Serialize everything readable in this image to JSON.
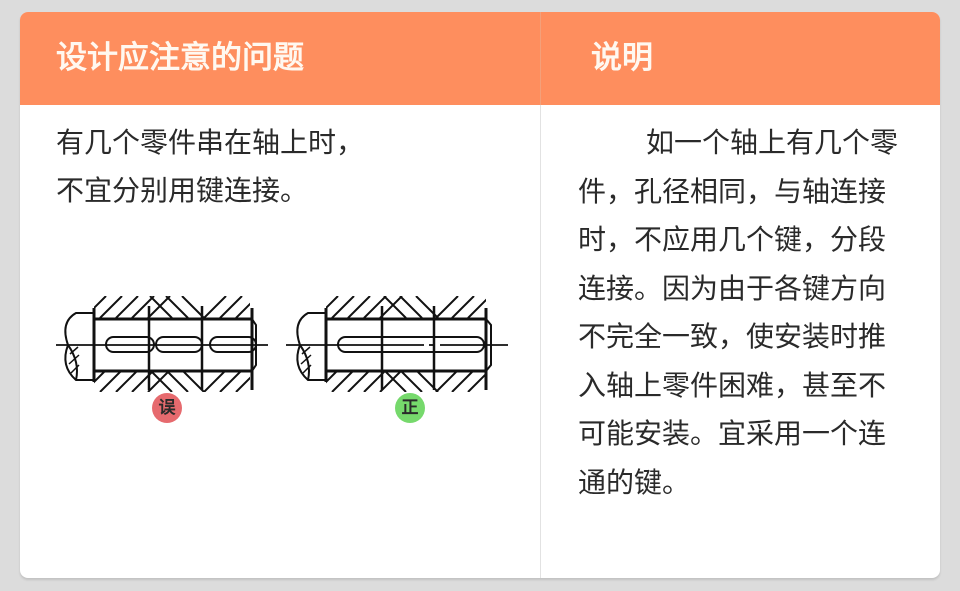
{
  "header": {
    "col1_title": "设计应注意的问题",
    "col2_title": "说明"
  },
  "problem": {
    "lines": [
      "有几个零件串在轴上时，",
      "不宜分别用键连接。"
    ]
  },
  "figures": {
    "wrong": {
      "label": "误",
      "color": "#e66a6e",
      "keys": 3
    },
    "right": {
      "label": "正",
      "color": "#76d96c",
      "keys": 1
    }
  },
  "explanation": {
    "text": "如一个轴上有几个零件，孔径相同，与轴连接时，不应用几个键，分段连接。因为由于各键方向不完全一致，使安装时推入轴上零件困难，甚至不可能安装。宜采用一个连通的键。"
  },
  "colors": {
    "header_bg": "#fe8e5e",
    "header_text": "#fff8f0",
    "page_bg": "#dcdcdc"
  }
}
